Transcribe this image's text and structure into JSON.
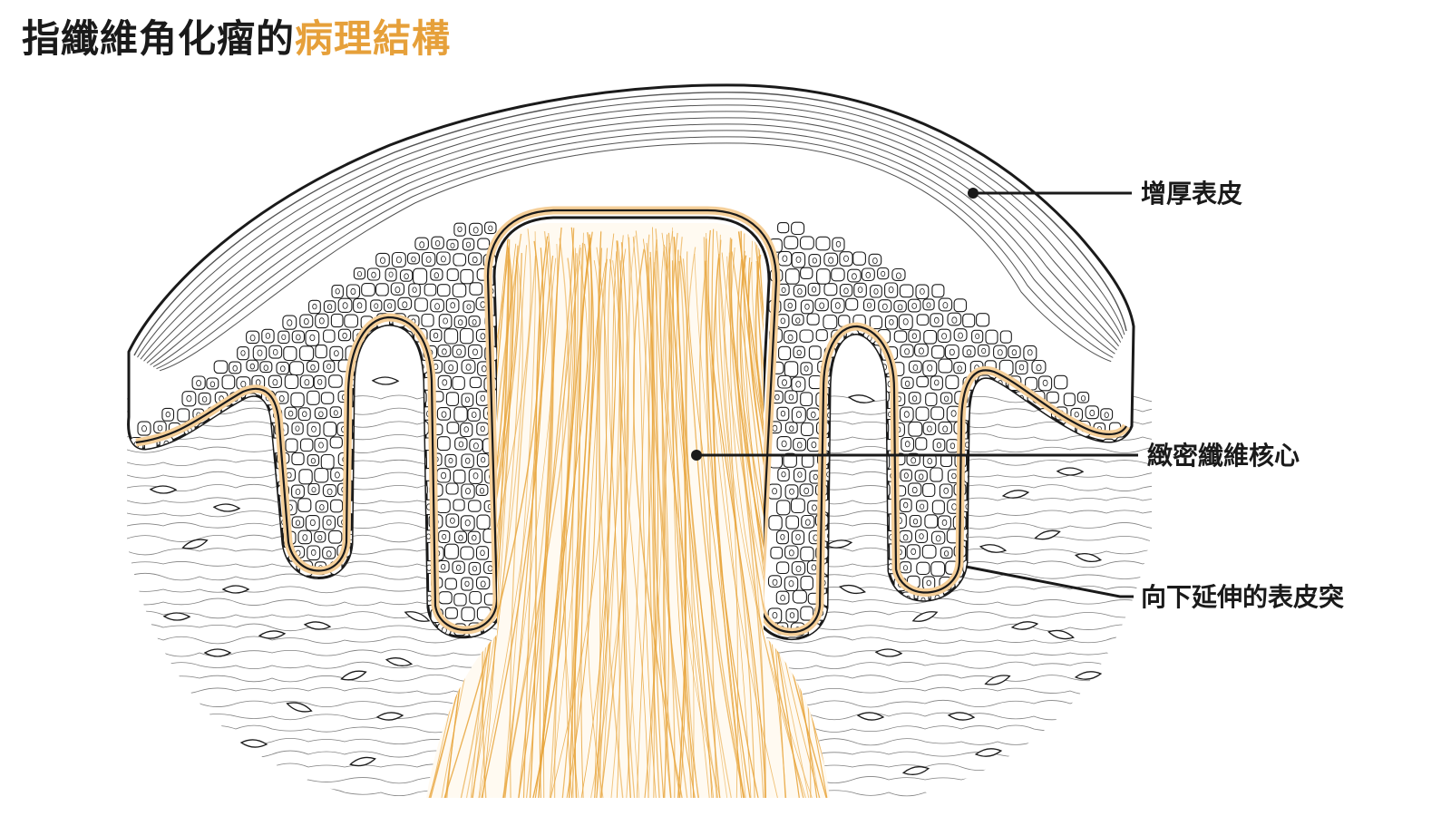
{
  "title": {
    "part1": "指纖維角化瘤的",
    "part2": "病理結構"
  },
  "labels": {
    "thickened_epidermis": "增厚表皮",
    "dense_fibrous_core": "緻密纖維核心",
    "downward_rete_ridges": "向下延伸的表皮突"
  },
  "colors": {
    "title_text": "#1a1a1a",
    "title_accent": "#e6a03a",
    "line": "#1a1a1a",
    "core_fiber": "#e8a53c",
    "basal_layer": "#f5cf99"
  }
}
